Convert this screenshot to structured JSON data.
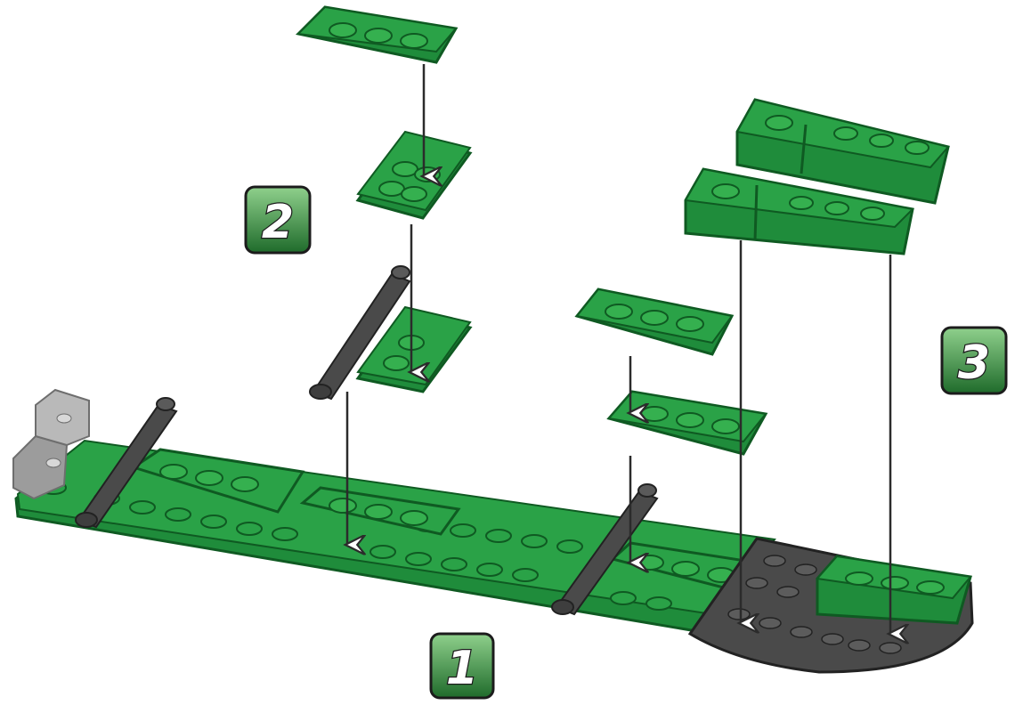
{
  "steps": [
    {
      "id": "step-1",
      "number": "1"
    },
    {
      "id": "step-2",
      "number": "2"
    },
    {
      "id": "step-3",
      "number": "3"
    }
  ],
  "colors": {
    "green": "#1f8c3b",
    "green_light": "#35b04f",
    "green_dark": "#0f5a22",
    "dark_gray": "#3e3e3e",
    "light_gray": "#b9b9b9",
    "arrow": "#2b2b2b",
    "badge_fill": "#2f7a3a",
    "badge_text": "#ffffff"
  },
  "parts": [
    "green-plate-2x3",
    "green-plate-2x2",
    "green-plate-1x3",
    "dark-gray-bar-holder",
    "light-gray-brick",
    "green-wedge-brick",
    "green-brick-1x2",
    "dark-gray-round-corner-plate",
    "green-brick-2x3"
  ]
}
